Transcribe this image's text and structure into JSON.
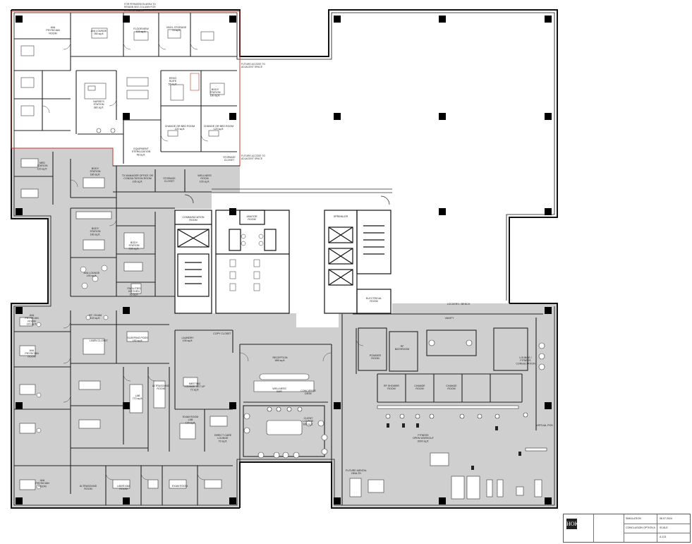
{
  "notes": {
    "top_note": "FOR PERMISSION AREA TO\nREMAIN SEE COLUMN FOR\nLANDING CLEAR",
    "future_access_1": "FUTURE ACCESS TO\nADJACENT SPACE",
    "future_access_2": "FUTURE ACCESS TO\nADJACENT SPACE"
  },
  "rooms": [
    {
      "id": "ava-physician-room",
      "label": "AVA\nPHYSICIAN\nROOM"
    },
    {
      "id": "ava-lounge",
      "label": "AVA LOUNGE\n780 sq.ft."
    },
    {
      "id": "floorview",
      "label": "FLOORVIEW\n118 sq.ft."
    },
    {
      "id": "vinyl-storage",
      "label": "VINYL STORAGE\n75 sq.ft."
    },
    {
      "id": "nurses-station",
      "label": "NURSE'S\nSTATION\n380 sq.ft."
    },
    {
      "id": "ergo-suite",
      "label": "ERGO\nSUITE\n55 sq.ft."
    },
    {
      "id": "body-station-top",
      "label": "BODY\nSTATION\n160 sq.ft."
    },
    {
      "id": "changing-room-a",
      "label": "CHANGE OR BED ROOM\n120 sq.ft."
    },
    {
      "id": "changing-room-b",
      "label": "CHANGE OR BED ROOM\n120 sq.ft."
    },
    {
      "id": "equipment-sterilization",
      "label": "EQUIPMENT\nSTERILIZATION\n48 sq.ft."
    },
    {
      "id": "storage-closet-top",
      "label": "STORAGE\nCLOSET"
    },
    {
      "id": "med-station",
      "label": "MED\nSTATION\n115 sq.ft."
    },
    {
      "id": "body-station-left",
      "label": "BODY\nSTATION\n180 sq.ft."
    },
    {
      "id": "manager-office",
      "label": "TX MANAGER OFFICE OR\nCONSULTATION ROOM\n105 sq.ft."
    },
    {
      "id": "storage-closet-mid",
      "label": "STORAGE\nCLOSET"
    },
    {
      "id": "wellness-room",
      "label": "WELLNESS\nROOM\n105 sq.ft."
    },
    {
      "id": "communication-room",
      "label": "COMMUNICATION\nROOM"
    },
    {
      "id": "janitor-room",
      "label": "JANITOR\nROOM"
    },
    {
      "id": "sprinkler",
      "label": "SPRINKLER"
    },
    {
      "id": "electrical-room",
      "label": "ELECTRICAL\nROOM"
    },
    {
      "id": "body-station-2",
      "label": "BODY\nSTATION\n160 sq.ft."
    },
    {
      "id": "body-station-3",
      "label": "BODY\nSTATION\n160 sq.ft."
    },
    {
      "id": "ava-lounge-2",
      "label": "AVA LOUNGE\n190 sq.ft."
    },
    {
      "id": "facilities-kitchen",
      "label": "FACILITIES\nKITCHEN\n55 sq.ft."
    },
    {
      "id": "rf-exam",
      "label": "RF / EXAM\n115 sq.ft."
    },
    {
      "id": "linen-closet",
      "label": "LINEN CLOSET"
    },
    {
      "id": "sleeping-pods",
      "label": "SLEEPING PODS\n150 sq.ft."
    },
    {
      "id": "ava-physician-room-2",
      "label": "AVA\nPHYSICIAN\nROOM\n115 sq.ft."
    },
    {
      "id": "ava-physician-room-3",
      "label": "AVA\nPHYSICIAN\nROOM"
    },
    {
      "id": "lab",
      "label": "LAB\n770 sq.ft."
    },
    {
      "id": "laundry",
      "label": "LAUNDRY\n105 sq.ft."
    },
    {
      "id": "copy-closet",
      "label": "COPY CLOSET"
    },
    {
      "id": "reception",
      "label": "RECEPTION\n685 sq.ft."
    },
    {
      "id": "meeting-lounge",
      "label": "MEETING\nLOUNGE SET UP\n72 sq.ft."
    },
    {
      "id": "ultrasound-room",
      "label": "ULTRASOUND\nROOM"
    },
    {
      "id": "exam-room-lab",
      "label": "EXAM ROOM\nLAB\n120 sq.ft."
    },
    {
      "id": "direct-care",
      "label": "DIRECT CARE\nLOUNGE\n70 sq.ft."
    },
    {
      "id": "client-lounge",
      "label": "CLIENT\nLOUNGE\n620 sq.ft."
    },
    {
      "id": "concierge-desk",
      "label": "CONCIERGE\nDESK"
    },
    {
      "id": "wellness-bar",
      "label": "WELLNESS\nBAR"
    },
    {
      "id": "vanity",
      "label": "VANITY"
    },
    {
      "id": "powder-room",
      "label": "POWDER\nROOM"
    },
    {
      "id": "rf-bathroom",
      "label": "RF\nBATHROOM"
    },
    {
      "id": "change-room-1",
      "label": "CHANGE\nROOM"
    },
    {
      "id": "change-room-2",
      "label": "CHANGE\nROOM"
    },
    {
      "id": "rf-shower",
      "label": "RF SHOWER\nROOM"
    },
    {
      "id": "lounge-fitness",
      "label": "LOUNGE /\nFITNESS\nCONSULTATION"
    },
    {
      "id": "fitness-open-workout",
      "label": "FITNESS\nOPEN WORKOUT\n2000 sq.ft."
    },
    {
      "id": "future-mental",
      "label": "FUTURE MENTAL\nHEALTH"
    },
    {
      "id": "virtual-pod",
      "label": "VIRTUAL POD"
    },
    {
      "id": "lockers",
      "label": "LOCKERS / BENCH"
    },
    {
      "id": "procedure-room-bl",
      "label": "AVA\nPHYSICIAN\nROOM"
    },
    {
      "id": "prep-bottom-1",
      "label": "ULTRASOUND\nROOM"
    },
    {
      "id": "prep-bottom-2",
      "label": "LAB/EXAM\nROOM"
    },
    {
      "id": "prep-bottom-3",
      "label": "EXAM ROOM"
    }
  ],
  "title_block": {
    "firm_logo": "HOK",
    "project": "SIMULATION",
    "sheet_title": "CONCLUSION OPTION A",
    "date": "06.07.2024",
    "scale": "SCALE",
    "sheet_no": "A-101"
  }
}
